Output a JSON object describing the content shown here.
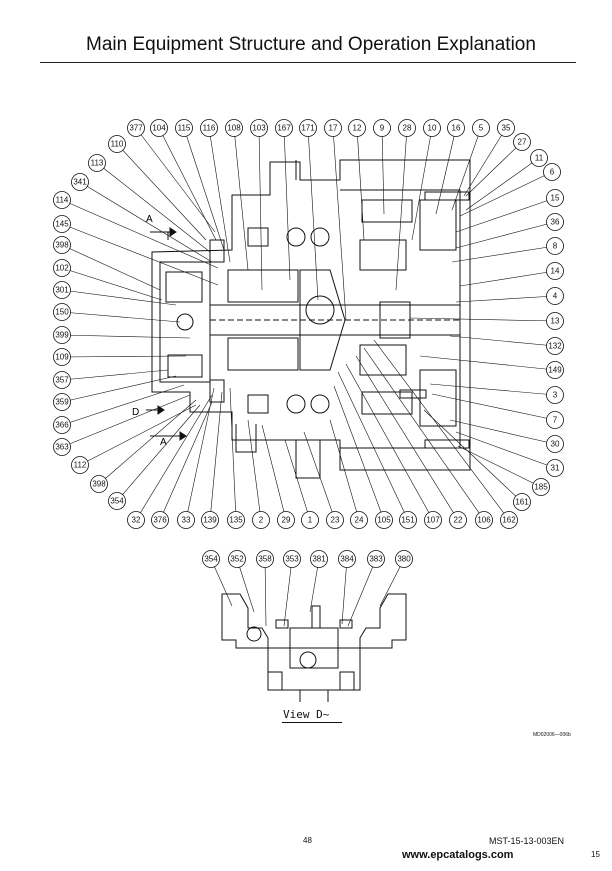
{
  "header": {
    "title": "Main Equipment Structure and Operation Explanation"
  },
  "callouts": {
    "top": [
      "377",
      "104",
      "115",
      "116",
      "108",
      "103",
      "167",
      "171",
      "17",
      "12",
      "9",
      "28",
      "10",
      "16",
      "5",
      "35"
    ],
    "left": [
      "110",
      "113",
      "341",
      "114",
      "145",
      "398",
      "102",
      "301",
      "150",
      "399",
      "109",
      "357",
      "359",
      "366",
      "363",
      "112"
    ],
    "right": [
      "27",
      "11",
      "6",
      "15",
      "36",
      "8",
      "14",
      "4",
      "13",
      "132",
      "149",
      "3",
      "7",
      "30",
      "31",
      "185",
      "161"
    ],
    "bottom": [
      "398",
      "354",
      "32",
      "376",
      "33",
      "139",
      "135",
      "2",
      "29",
      "1",
      "23",
      "24",
      "105",
      "151",
      "107",
      "22",
      "106",
      "162"
    ],
    "view": [
      "354",
      "352",
      "358",
      "353",
      "381",
      "384",
      "383",
      "380"
    ]
  },
  "section_markers": {
    "a_top": "A",
    "a_bottom": "A",
    "d": "D"
  },
  "view_label": "View D~",
  "drawing_code": "MD02006—006b",
  "footer": {
    "page_number": "48",
    "doc_code": "MST-15-13-003EN",
    "watermark": "www.epcatalogs.com",
    "watermark_page": "15"
  }
}
